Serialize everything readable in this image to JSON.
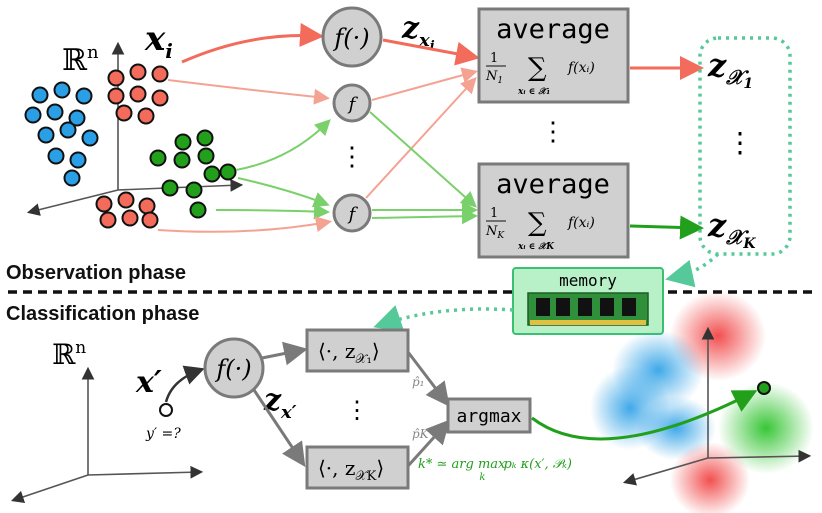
{
  "colors": {
    "red": "#f26b5b",
    "blue": "#2a9fe6",
    "green": "#22a01c",
    "light_red": "#f4a393",
    "light_green": "#7ad06a",
    "gray_box": "#d0d0d0",
    "gray_stroke": "#7a7a7a",
    "memory_green": "#b8f0c8",
    "memory_border": "#3ac070",
    "teal_dotted": "#56c99a"
  },
  "observation": {
    "space_label": "ℝ",
    "space_sup": "n",
    "sample_label": "x",
    "sample_sub": "i",
    "feature_fn": "f(·)",
    "small_fn": "f",
    "embed_label": "z",
    "embed_sub": "x",
    "embed_subsub": "i",
    "avg_box_title": "average",
    "avg1_frac_num": "1",
    "avg1_frac_den": "N",
    "avg1_frac_den_sub": "1",
    "avg1_sum_sub": "xᵢ ∈ 𝒳₁",
    "avg2_frac_num": "1",
    "avg2_frac_den": "N",
    "avg2_frac_den_sub": "K",
    "avg2_sum_sub": "xᵢ ∈ 𝒳K",
    "sum_symbol": "∑",
    "sum_term": "f(xᵢ)",
    "out1_z": "z",
    "out1_sub": "𝒳",
    "out1_subsub": "1",
    "outK_z": "z",
    "outK_sub": "𝒳",
    "outK_subsub": "K",
    "vdots": "⋮"
  },
  "phases": {
    "observation": "Observation phase",
    "classification": "Classification phase"
  },
  "memory": {
    "label": "memory"
  },
  "classification": {
    "space_label": "ℝ",
    "space_sup": "n",
    "query_label": "x′",
    "query_y": "y′ =?",
    "feature_fn": "f(·)",
    "embed_label": "z",
    "embed_sub": "x′",
    "ip1": "⟨·, z",
    "ip1_sub": "𝒳₁",
    "ipK": "⟨·, z",
    "ipK_sub": "𝒳K",
    "ip_close": "⟩",
    "p1": "p̂₁",
    "pK": "p̂K",
    "argmax": "argmax",
    "decision": "k* ≃ arg max",
    "decision_sub": "k",
    "decision_rest": "pₖ κ(x′, 𝒫ₖ)",
    "vdots": "⋮"
  },
  "scatter": {
    "blue_points": [
      [
        40,
        95
      ],
      [
        62,
        90
      ],
      [
        84,
        96
      ],
      [
        33,
        115
      ],
      [
        55,
        112
      ],
      [
        77,
        118
      ],
      [
        46,
        135
      ],
      [
        68,
        130
      ],
      [
        90,
        138
      ],
      [
        56,
        156
      ],
      [
        78,
        160
      ],
      [
        72,
        178
      ]
    ],
    "red_top_points": [
      [
        116,
        78
      ],
      [
        138,
        72
      ],
      [
        160,
        74
      ],
      [
        116,
        96
      ],
      [
        138,
        94
      ],
      [
        160,
        98
      ],
      [
        124,
        113
      ],
      [
        146,
        116
      ]
    ],
    "green_points": [
      [
        183,
        142
      ],
      [
        205,
        138
      ],
      [
        158,
        158
      ],
      [
        182,
        160
      ],
      [
        206,
        156
      ],
      [
        228,
        172
      ],
      [
        170,
        188
      ],
      [
        194,
        190
      ],
      [
        212,
        174
      ],
      [
        198,
        210
      ]
    ],
    "red_bottom_points": [
      [
        104,
        204
      ],
      [
        126,
        200
      ],
      [
        147,
        206
      ],
      [
        108,
        220
      ],
      [
        130,
        218
      ],
      [
        150,
        220
      ]
    ]
  }
}
